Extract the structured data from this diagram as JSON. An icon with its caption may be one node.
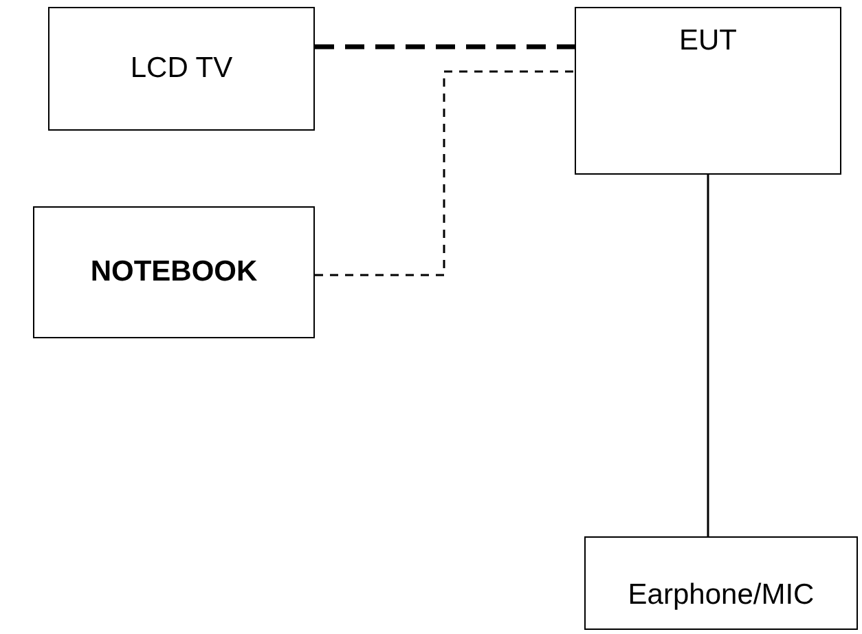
{
  "diagram": {
    "nodes": [
      {
        "text": [
          "LCD TV"
        ]
      },
      {
        "text": [
          "EUT"
        ]
      },
      {
        "text": [
          "NOTEBOOK"
        ]
      },
      {
        "text": [
          "Earphone/MIC"
        ]
      }
    ],
    "edges": [
      {
        "from": 0,
        "to": 1,
        "arrow": "none",
        "style": "dashed"
      },
      {
        "from": 2,
        "to": 1,
        "arrow": "none",
        "style": "dashed"
      },
      {
        "from": 1,
        "to": 3,
        "arrow": "none"
      }
    ]
  }
}
